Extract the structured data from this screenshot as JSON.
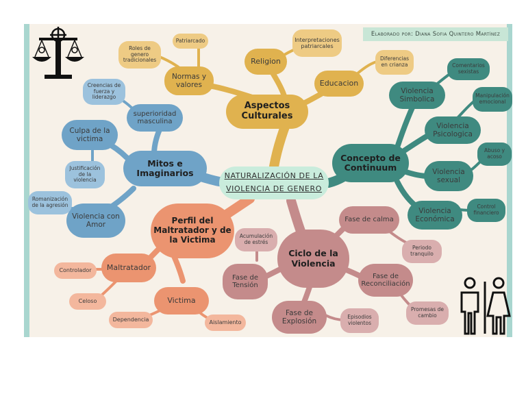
{
  "credit": "Elaborado por: Diana Sofia Quintero Martínez",
  "center": {
    "line1": "NATURALIZACIÓN DE LA",
    "line2": "VIOLENCIA DE GENERO"
  },
  "colors": {
    "yellow": "#e0b24f",
    "green": "#3f8a80",
    "blue": "#6fa3c7",
    "orange": "#eb9470",
    "mauve": "#c48b8b",
    "background": "#f7f1e8",
    "stripe": "#a9d6cf",
    "center": "#c9ecdc"
  },
  "nodes": {
    "aspectos_culturales": "Aspectos Culturales",
    "normas_valores": "Normas y valores",
    "roles_genero": "Roles de genero tradicionales",
    "patriarcado": "Patriarcado",
    "religion": "Religion",
    "interpretaciones": "Interpretaciones patriarcales",
    "educacion": "Educacion",
    "diferencias_crianza": "Diferencias en crianza",
    "concepto_continuum": "Concepto de Continuum",
    "violencia_simbolica": "Violencia Simbolica",
    "comentarios_sexistas": "Comentarios sexistas",
    "violencia_psicologica": "Violencia Psicologica",
    "manipulacion": "Manipulación emocional",
    "violencia_sexual": "Violencia sexual",
    "abuso_acoso": "Abuso y acoso",
    "violencia_economica": "Violencia Económica",
    "control_financiero": "Control financiero",
    "mitos_imaginarios": "Mitos e Imaginarios",
    "superioridad": "superioridad masculina",
    "creencias_fuerza": "Creencias de fuerza y liderazgo",
    "culpa_victima": "Culpa de la victima",
    "justificacion": "Justificación de la violencia",
    "violencia_amor": "Violencia con Amor",
    "romanizacion": "Romanización de la agresión",
    "perfil": "Perfil del Maltratador y de la Victima",
    "maltratador": "Maltratador",
    "controlador": "Controlador",
    "celoso": "Celoso",
    "victima": "Victima",
    "dependencia": "Dependencia",
    "aislamiento": "Aislamiento",
    "ciclo": "Ciclo de la Violencia",
    "fase_calma": "Fase de calma",
    "periodo_tranquilo": "Periodo tranquilo",
    "fase_tension": "Fase de Tensión",
    "acumulacion": "Acumulación de estrés",
    "fase_explosion": "Fase de Explosión",
    "episodios": "Episodios violentos",
    "fase_reconciliacion": "Fase de Reconciliación",
    "promesas": "Promesas de cambio"
  },
  "icons": {
    "scales": "scales-of-justice-icon",
    "restroom": "restroom-people-icon"
  }
}
